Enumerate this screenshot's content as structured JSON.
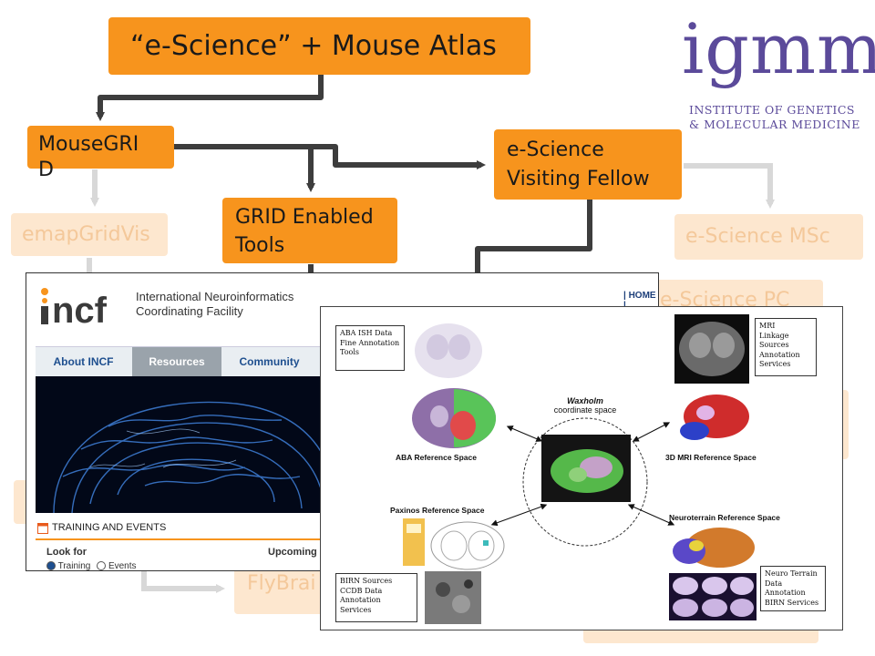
{
  "boxes": {
    "title": "“e-Science” + Mouse Atlas",
    "mousegrid": "MouseGRI\nD",
    "grid_tools": "GRID Enabled\nTools",
    "visiting_fellow": "e-Science\nVisiting Fellow",
    "emap_grid_vis": "emapGridVis",
    "msc": "e-Science MSc",
    "pc": "e-Science PC",
    "flybrain": "FlyBrai"
  },
  "logo": {
    "word": "igmm",
    "line1": "INSTITUTE OF GENETICS",
    "line2": "& MOLECULAR MEDICINE"
  },
  "incf": {
    "org_name_line1": "International Neuroinformatics",
    "org_name_line2": "Coordinating Facility",
    "home_link": "| HOME |",
    "tabs": [
      "About INCF",
      "Resources",
      "Community"
    ],
    "training_heading": "TRAINING AND EVENTS",
    "look_for": "Look for",
    "upcoming": "Upcoming",
    "radio_training": "Training",
    "radio_events": "Events"
  },
  "waxholm": {
    "center_title": "Waxholm",
    "center_subtitle": "coordinate space",
    "aba_note": [
      "ABA ISH Data",
      "Fine Annotation",
      "Tools"
    ],
    "aba_caption": "ABA Reference Space",
    "mri_note": [
      "MRI",
      "Linkage",
      "Sources",
      "Annotation",
      "Services"
    ],
    "mri_caption": "3D MRI Reference Space",
    "paxinos_caption": "Paxinos Reference Space",
    "neuroterrain_caption": "Neuroterrain Reference Space",
    "birn_note": [
      "BIRN Sources",
      "CCDB Data",
      "Annotation",
      "Services"
    ],
    "neuroterrain_note": [
      "Neuro Terrain",
      "Data",
      "Annotation",
      "BIRN Services"
    ]
  }
}
